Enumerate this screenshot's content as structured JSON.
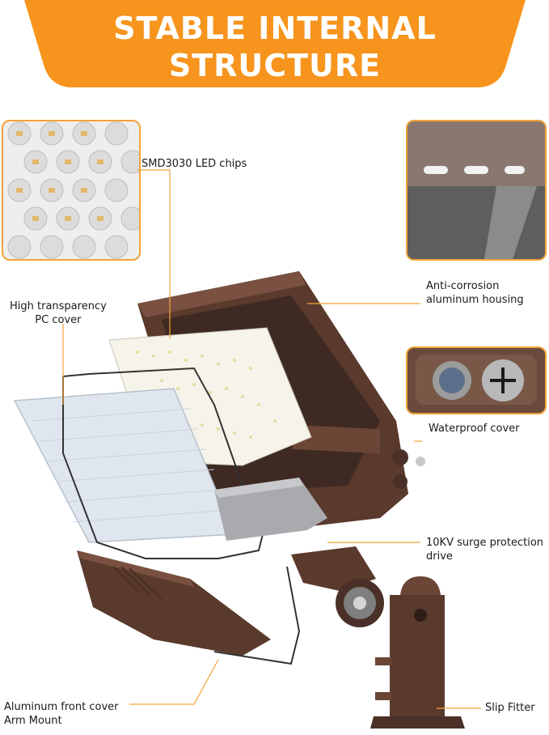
{
  "banner": {
    "title_line1": "STABLE INTERNAL",
    "title_line2": "STRUCTURE",
    "color": "#f7941d"
  },
  "accent_color": "#f2a33a",
  "labels": {
    "led_chips": "SMD3030 LED chips",
    "pc_cover_line1": "High transparency",
    "pc_cover_line2": "PC cover",
    "housing_line1": "Anti-corrosion",
    "housing_line2": "aluminum housing",
    "waterproof": "Waterproof cover",
    "surge_line1": "10KV surge protection",
    "surge_line2": "drive",
    "front_cover_line1": "Aluminum front cover",
    "front_cover_line2": "Arm Mount",
    "slip_fitter": "Slip Fitter"
  }
}
